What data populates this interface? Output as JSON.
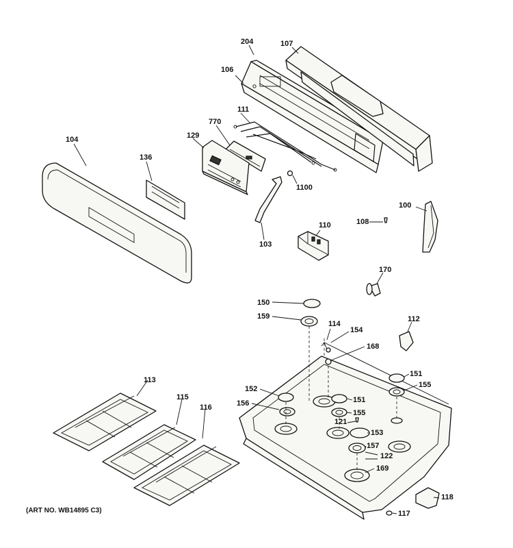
{
  "diagram": {
    "art_note": "(ART NO. WB14895 C3)",
    "labels": {
      "p204": "204",
      "p107": "107",
      "p106": "106",
      "p111": "111",
      "p770": "770",
      "p129": "129",
      "p104": "104",
      "p136": "136",
      "p1100": "1100",
      "p100": "100",
      "p108": "108",
      "p110": "110",
      "p103": "103",
      "p170": "170",
      "p150": "150",
      "p159": "159",
      "p114": "114",
      "p154": "154",
      "p112": "112",
      "p168": "168",
      "p151a": "151",
      "p152": "152",
      "p155a": "155",
      "p156": "156",
      "p151b": "151",
      "p155b": "155",
      "p113": "113",
      "p115": "115",
      "p116": "116",
      "p153": "153",
      "p121": "121",
      "p157": "157",
      "p122": "122",
      "p169": "169",
      "p118": "118",
      "p117": "117"
    }
  }
}
